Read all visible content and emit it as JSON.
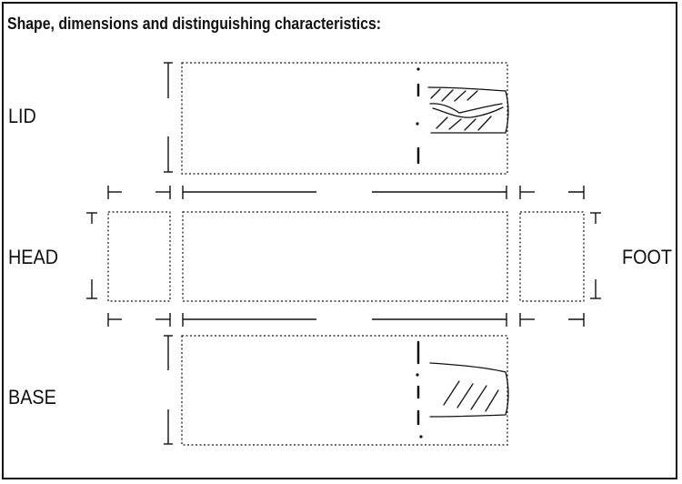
{
  "form": {
    "heading": "Shape, dimensions and distinguishing characteristics:"
  },
  "labels": {
    "lid": "LID",
    "head": "HEAD",
    "foot": "FOOT",
    "base": "BASE"
  },
  "icons": {
    "lid_sketch": "damaged-lid-corner-sketch",
    "base_sketch": "hatched-base-corner-sketch"
  },
  "colors": {
    "ink": "#111111",
    "paper": "#ffffff"
  }
}
